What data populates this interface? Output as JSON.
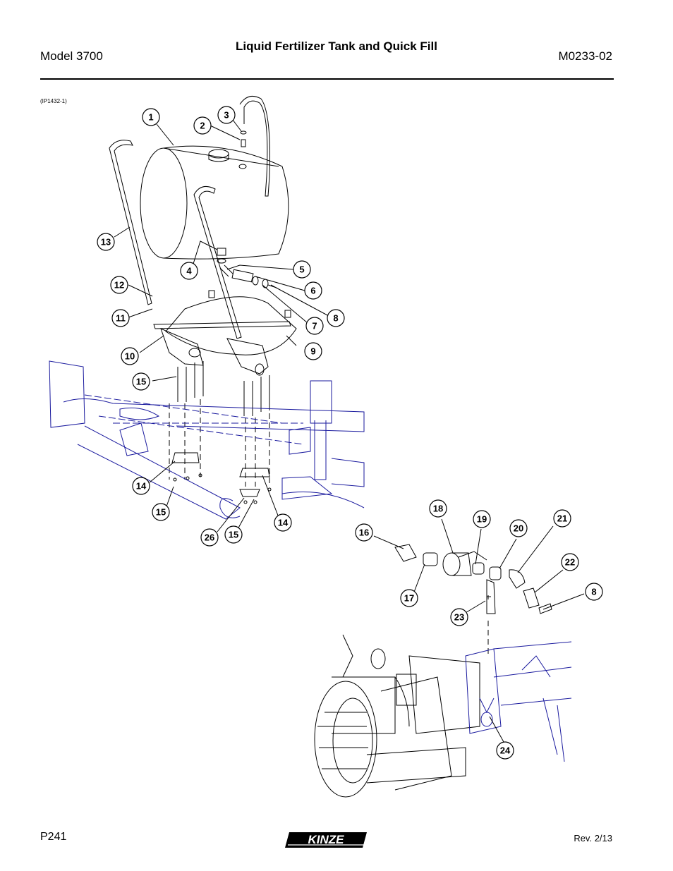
{
  "header": {
    "model": "Model 3700",
    "title": "Liquid Fertilizer Tank and Quick Fill",
    "doc_number": "M0233-02"
  },
  "figure_ref": "(IP1432-1)",
  "footer": {
    "page": "P241",
    "revision": "Rev. 2/13",
    "logo_text": "KINZE"
  },
  "callouts": [
    {
      "label": "1"
    },
    {
      "label": "2"
    },
    {
      "label": "3"
    },
    {
      "label": "13"
    },
    {
      "label": "4"
    },
    {
      "label": "5"
    },
    {
      "label": "6"
    },
    {
      "label": "12"
    },
    {
      "label": "11"
    },
    {
      "label": "7"
    },
    {
      "label": "8"
    },
    {
      "label": "9"
    },
    {
      "label": "10"
    },
    {
      "label": "15"
    },
    {
      "label": "14"
    },
    {
      "label": "15"
    },
    {
      "label": "26"
    },
    {
      "label": "15"
    },
    {
      "label": "14"
    },
    {
      "label": "18"
    },
    {
      "label": "19"
    },
    {
      "label": "20"
    },
    {
      "label": "21"
    },
    {
      "label": "16"
    },
    {
      "label": "22"
    },
    {
      "label": "8"
    },
    {
      "label": "17"
    },
    {
      "label": "23"
    },
    {
      "label": "24"
    }
  ]
}
